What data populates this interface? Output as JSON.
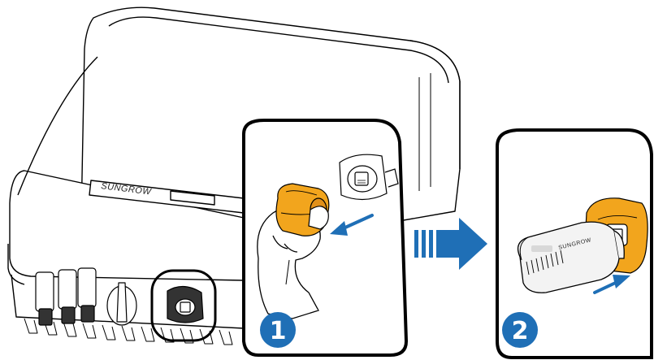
{
  "inverter": {
    "brand_label": "SUNGROW"
  },
  "dongle": {
    "brand_label": "SUNGROW"
  },
  "steps": [
    {
      "number": "1"
    },
    {
      "number": "2"
    }
  ],
  "colors": {
    "outline": "#000000",
    "step_badge": "#1f6fb6",
    "arrow_blue": "#1f6fb6",
    "waterproof_cap": "#f2a51d",
    "dongle_body": "#f3f3f3",
    "hand": "#ffffff"
  },
  "icons": [
    "remove-arrow-icon",
    "insert-arrow-icon",
    "transition-arrow-icon"
  ]
}
